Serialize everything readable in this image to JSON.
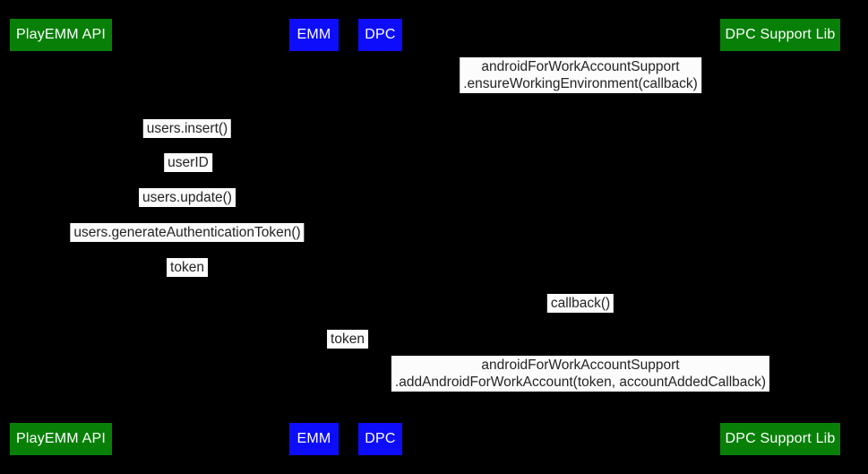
{
  "diagram": {
    "type": "sequence",
    "background_color": "#000000",
    "label_bg_color": "#fcfcfc",
    "label_text_color": "#242424",
    "actor_colors": {
      "green": "#088008",
      "blue": "#0d0dfc"
    },
    "actor_text_color": "#ffffff",
    "actors": [
      {
        "label": "PlayEMM API",
        "color_role": "green"
      },
      {
        "label": "EMM",
        "color_role": "blue"
      },
      {
        "label": "DPC",
        "color_role": "blue"
      },
      {
        "label": "DPC Support Lib",
        "color_role": "green"
      }
    ],
    "messages": [
      {
        "line1": "androidForWorkAccountSupport",
        "line2": ".ensureWorkingEnvironment(callback)"
      },
      {
        "line1": "users.insert()"
      },
      {
        "line1": "userID"
      },
      {
        "line1": "users.update()"
      },
      {
        "line1": "users.generateAuthenticationToken()"
      },
      {
        "line1": "token"
      },
      {
        "line1": "callback()"
      },
      {
        "line1": "token"
      },
      {
        "line1": "androidForWorkAccountSupport",
        "line2": ".addAndroidForWorkAccount(token, accountAddedCallback)"
      }
    ]
  }
}
